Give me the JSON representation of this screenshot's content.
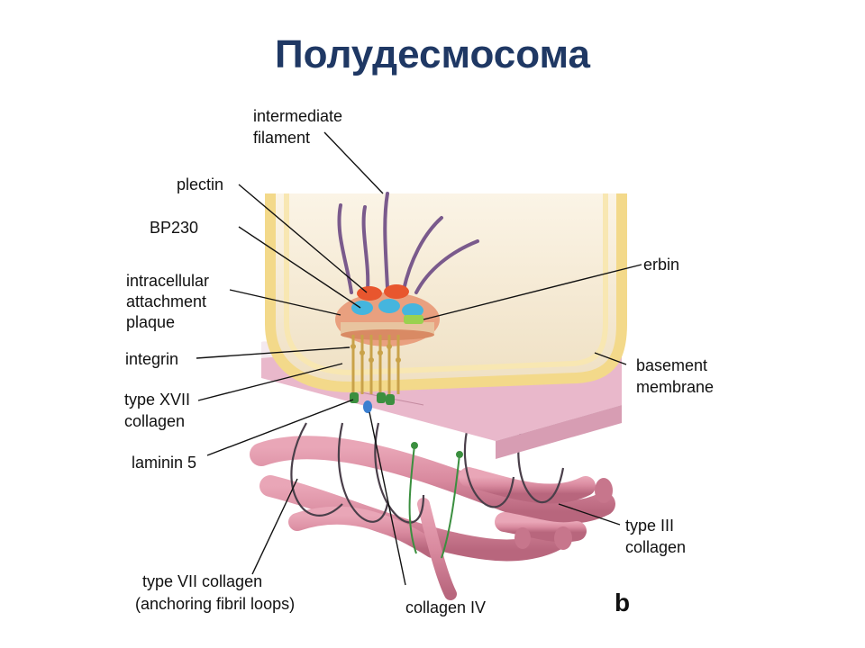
{
  "title": "Полудесмосома",
  "labels": {
    "intermediate_filament": [
      "intermediate",
      "filament"
    ],
    "plectin": "plectin",
    "bp230": "BP230",
    "intracellular_plaque": [
      "intracellular",
      "attachment",
      "plaque"
    ],
    "integrin": "integrin",
    "type_xvii_collagen": [
      "type XVII",
      "collagen"
    ],
    "laminin5": "laminin 5",
    "type_vii_collagen": [
      "type VII collagen",
      "(anchoring fibril loops)"
    ],
    "collagen_iv": "collagen IV",
    "erbin": "erbin",
    "basement_membrane": [
      "basement",
      "membrane"
    ],
    "type_iii_collagen": [
      "type III",
      "collagen"
    ]
  },
  "panel_letter": "b",
  "colors": {
    "title": "#1f3864",
    "cell_fill": "#f5ead2",
    "cell_membrane": "#f3d98a",
    "basement_top": "#f4e9ef",
    "basement_side": "#e9b8cb",
    "fibril": "#d98a9f",
    "fibril_dark": "#b8667d",
    "filament": "#7a5a8c",
    "plectin": "#e8562e",
    "bp230": "#45b5de",
    "erbin": "#9ad14f",
    "plaque": "#e9a07f",
    "integrin": "#c9a24a",
    "laminin": "#3b8f3f",
    "collagen_iv": "#3b7fd0"
  }
}
